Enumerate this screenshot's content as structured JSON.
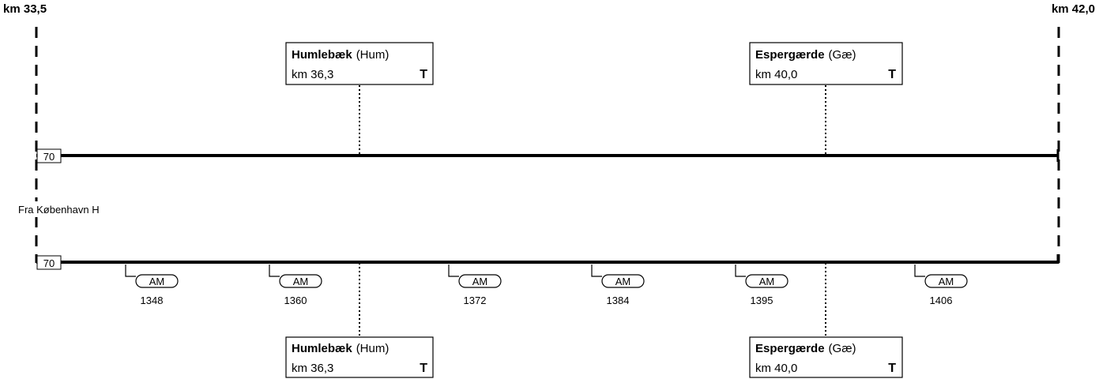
{
  "section": {
    "km_start": "km 33,5",
    "km_end": "km 42,0",
    "from_label": "Fra København H"
  },
  "tracks": [
    {
      "speed": "70"
    },
    {
      "speed": "70"
    }
  ],
  "stations_upper": [
    {
      "name": "Humlebæk",
      "code": "(Hum)",
      "km": "km 36,3",
      "flag": "T"
    },
    {
      "name": "Espergærde",
      "code": "(Gæ)",
      "km": "km 40,0",
      "flag": "T"
    }
  ],
  "stations_lower": [
    {
      "name": "Humlebæk",
      "code": "(Hum)",
      "km": "km 36,3",
      "flag": "T"
    },
    {
      "name": "Espergærde",
      "code": "(Gæ)",
      "km": "km 40,0",
      "flag": "T"
    }
  ],
  "signals": [
    {
      "code": "AM",
      "number": "1348"
    },
    {
      "code": "AM",
      "number": "1360"
    },
    {
      "code": "AM",
      "number": "1372"
    },
    {
      "code": "AM",
      "number": "1384"
    },
    {
      "code": "AM",
      "number": "1395"
    },
    {
      "code": "AM",
      "number": "1406"
    }
  ]
}
